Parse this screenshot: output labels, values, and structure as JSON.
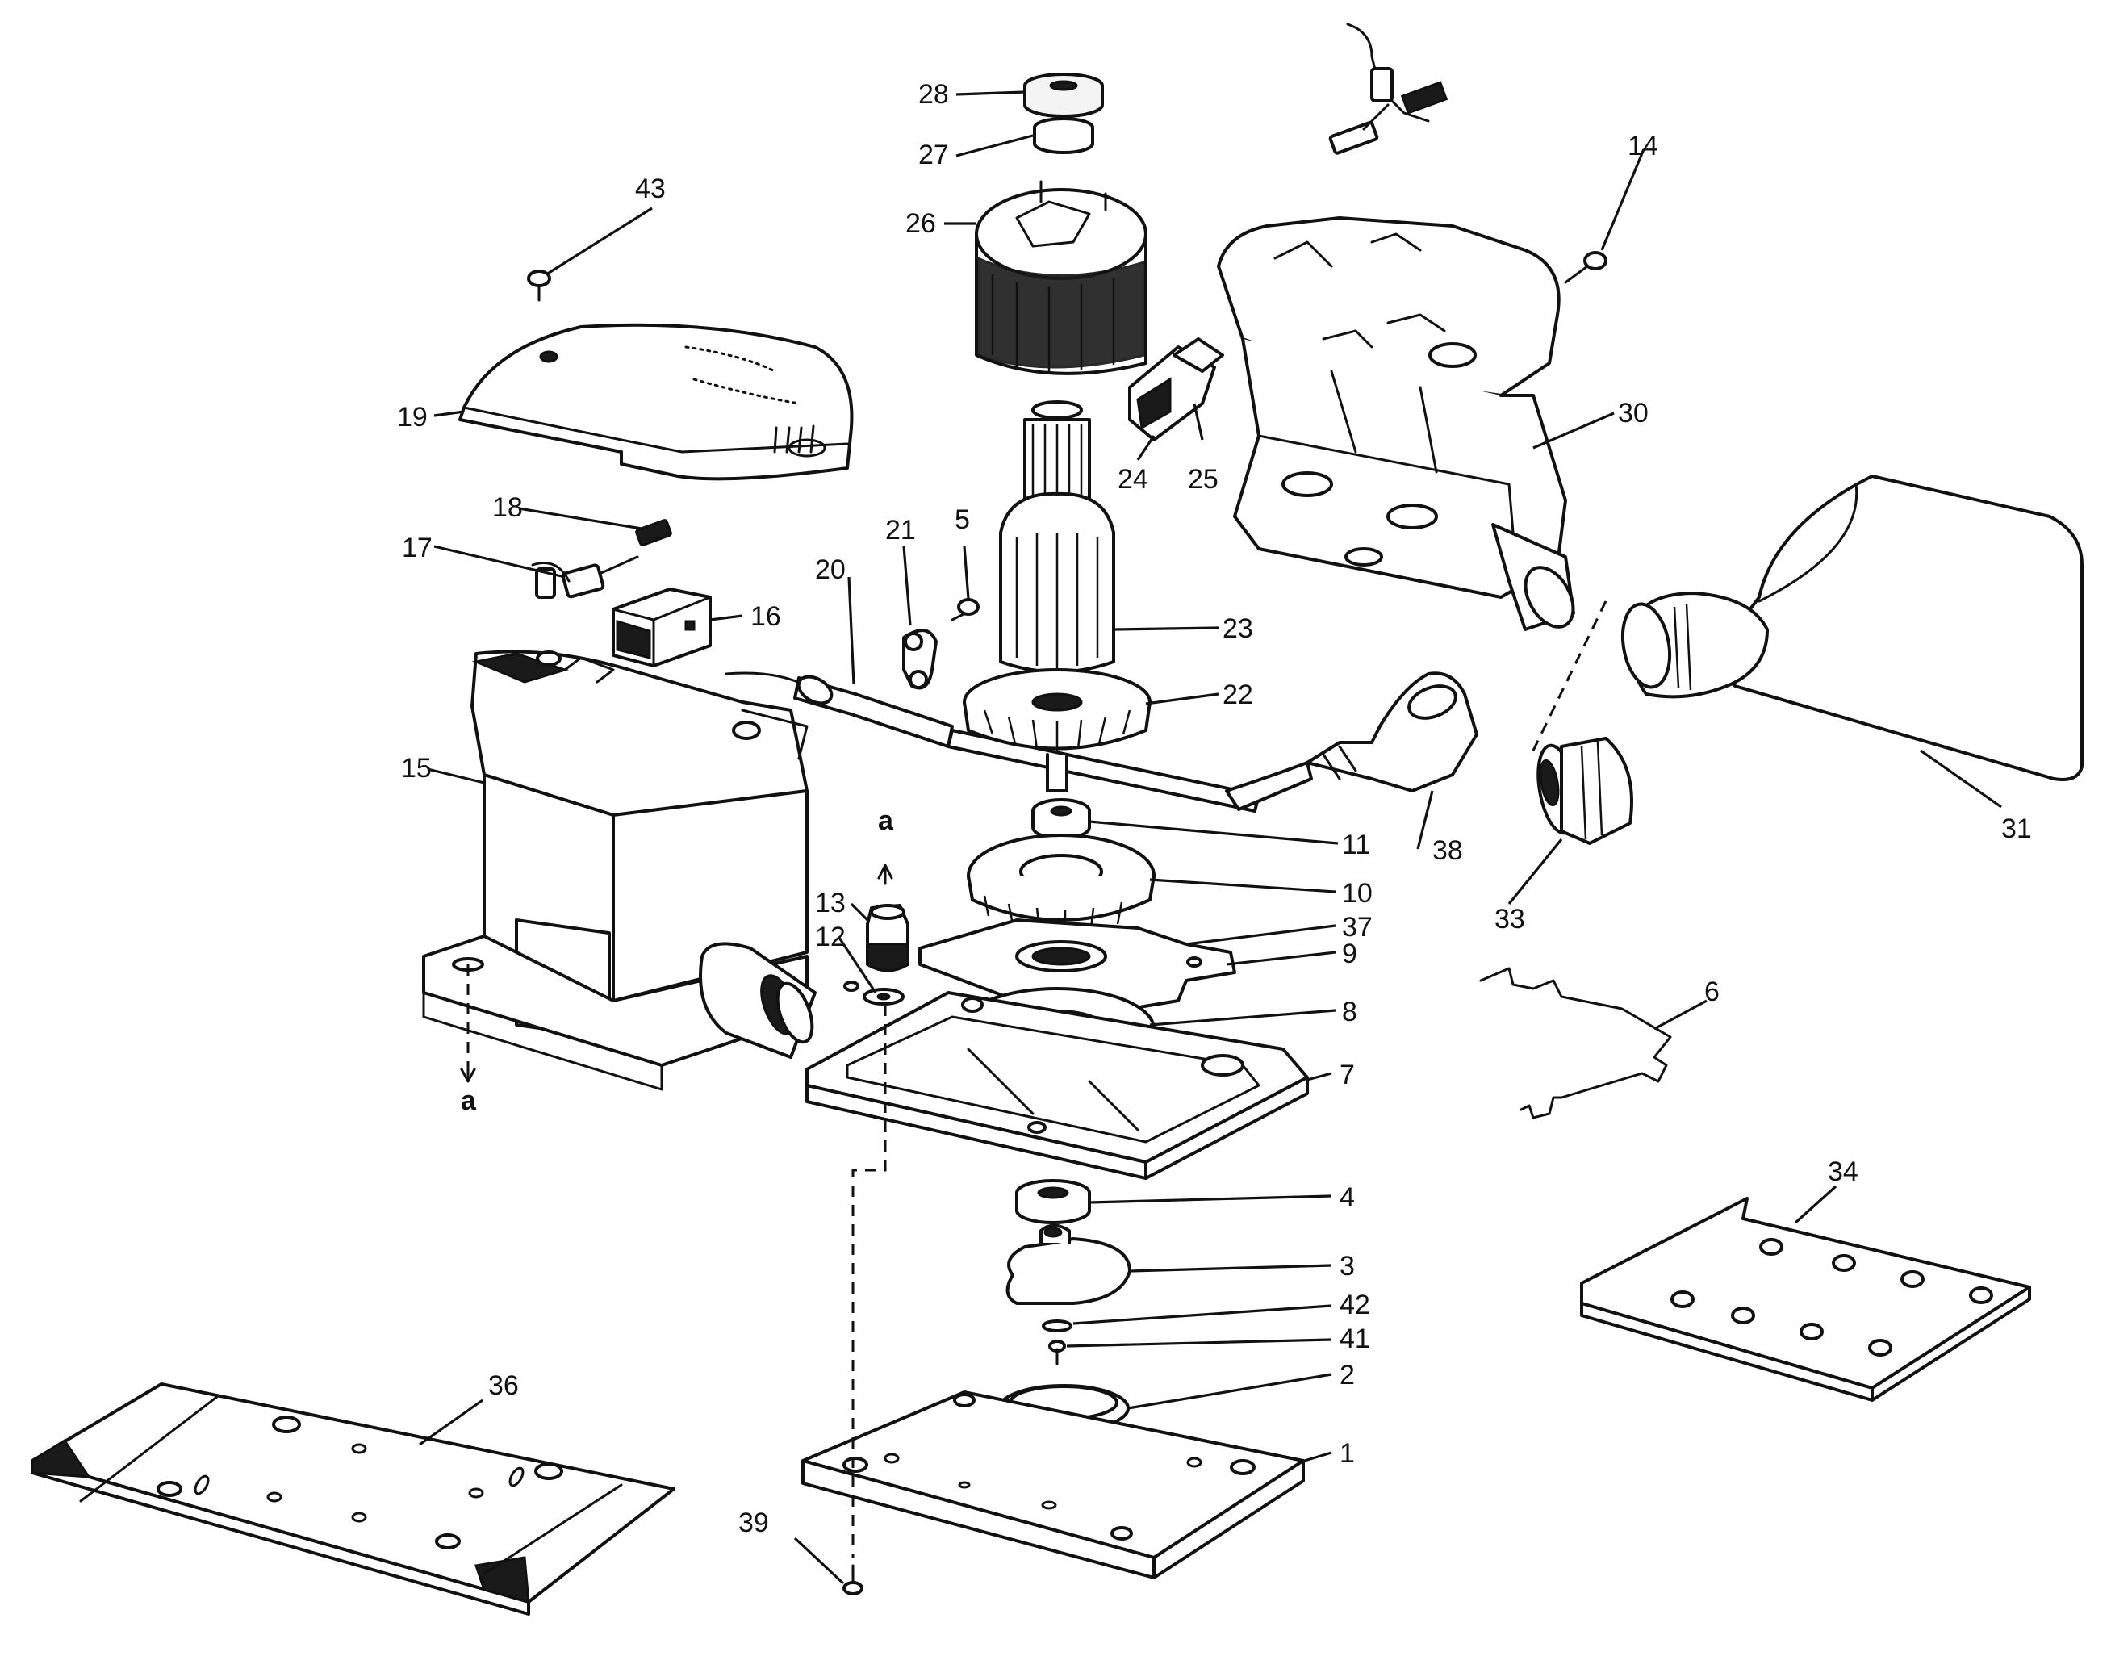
{
  "callouts": {
    "p1": "1",
    "p2": "2",
    "p3": "3",
    "p4": "4",
    "p5": "5",
    "p6": "6",
    "p7": "7",
    "p8": "8",
    "p9": "9",
    "p10": "10",
    "p11": "11",
    "p12": "12",
    "p13": "13",
    "p14": "14",
    "p15": "15",
    "p16": "16",
    "p17": "17",
    "p18": "18",
    "p19": "19",
    "p20": "20",
    "p21": "21",
    "p22": "22",
    "p23": "23",
    "p24": "24",
    "p25": "25",
    "p26": "26",
    "p27": "27",
    "p28": "28",
    "p30": "30",
    "p31": "31",
    "p33": "33",
    "p34": "34",
    "p36": "36",
    "p37": "37",
    "p38": "38",
    "p39": "39",
    "p41": "41",
    "p42": "42",
    "p43": "43"
  },
  "axis_marks": {
    "a_top": "a",
    "a_bottom": "a"
  }
}
